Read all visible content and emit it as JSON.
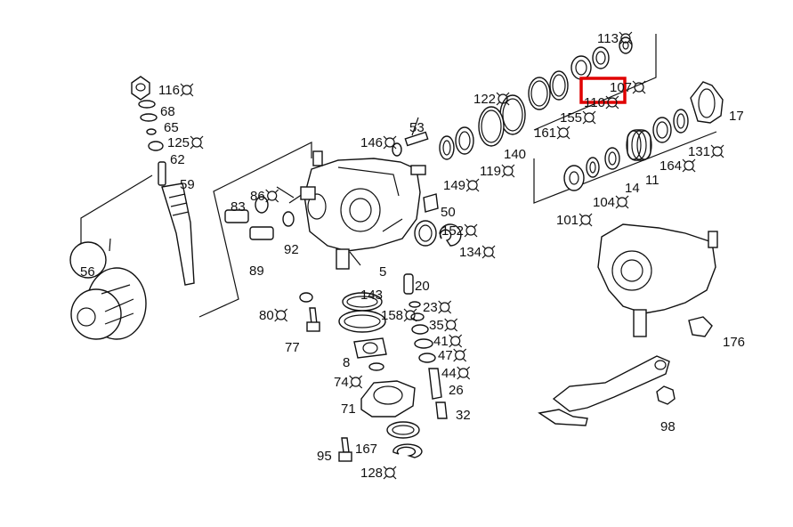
{
  "callouts": [
    {
      "text": "113",
      "kit": true
    },
    {
      "text": "107",
      "kit": true
    },
    {
      "text": "110",
      "kit": true,
      "highlighted": true
    },
    {
      "text": "122",
      "kit": true
    },
    {
      "text": "155",
      "kit": true
    },
    {
      "text": "161",
      "kit": true
    },
    {
      "text": "17",
      "kit": false
    },
    {
      "text": "131",
      "kit": true
    },
    {
      "text": "164",
      "kit": true
    },
    {
      "text": "11",
      "kit": false
    },
    {
      "text": "14",
      "kit": false
    },
    {
      "text": "104",
      "kit": true
    },
    {
      "text": "101",
      "kit": true
    },
    {
      "text": "140",
      "kit": false
    },
    {
      "text": "119",
      "kit": true
    },
    {
      "text": "149",
      "kit": true
    },
    {
      "text": "146",
      "kit": true
    },
    {
      "text": "53",
      "kit": false
    },
    {
      "text": "50",
      "kit": false
    },
    {
      "text": "152",
      "kit": true
    },
    {
      "text": "134",
      "kit": true
    },
    {
      "text": "116",
      "kit": true
    },
    {
      "text": "68",
      "kit": false
    },
    {
      "text": "65",
      "kit": false
    },
    {
      "text": "125",
      "kit": true
    },
    {
      "text": "62",
      "kit": false
    },
    {
      "text": "59",
      "kit": false
    },
    {
      "text": "56",
      "kit": false
    },
    {
      "text": "86",
      "kit": true
    },
    {
      "text": "83",
      "kit": false
    },
    {
      "text": "92",
      "kit": false
    },
    {
      "text": "89",
      "kit": false
    },
    {
      "text": "5",
      "kit": false
    },
    {
      "text": "20",
      "kit": false
    },
    {
      "text": "143",
      "kit": false
    },
    {
      "text": "158",
      "kit": true
    },
    {
      "text": "23",
      "kit": true
    },
    {
      "text": "35",
      "kit": true
    },
    {
      "text": "41",
      "kit": true
    },
    {
      "text": "47",
      "kit": true
    },
    {
      "text": "44",
      "kit": true
    },
    {
      "text": "26",
      "kit": false
    },
    {
      "text": "32",
      "kit": false
    },
    {
      "text": "80",
      "kit": true
    },
    {
      "text": "77",
      "kit": false
    },
    {
      "text": "8",
      "kit": false
    },
    {
      "text": "74",
      "kit": true
    },
    {
      "text": "71",
      "kit": false
    },
    {
      "text": "167",
      "kit": false
    },
    {
      "text": "95",
      "kit": false
    },
    {
      "text": "128",
      "kit": true
    },
    {
      "text": "176",
      "kit": false
    },
    {
      "text": "98",
      "kit": false
    }
  ],
  "colors": {
    "ink": "#111111",
    "highlight": "#e00000",
    "background": "#ffffff"
  }
}
